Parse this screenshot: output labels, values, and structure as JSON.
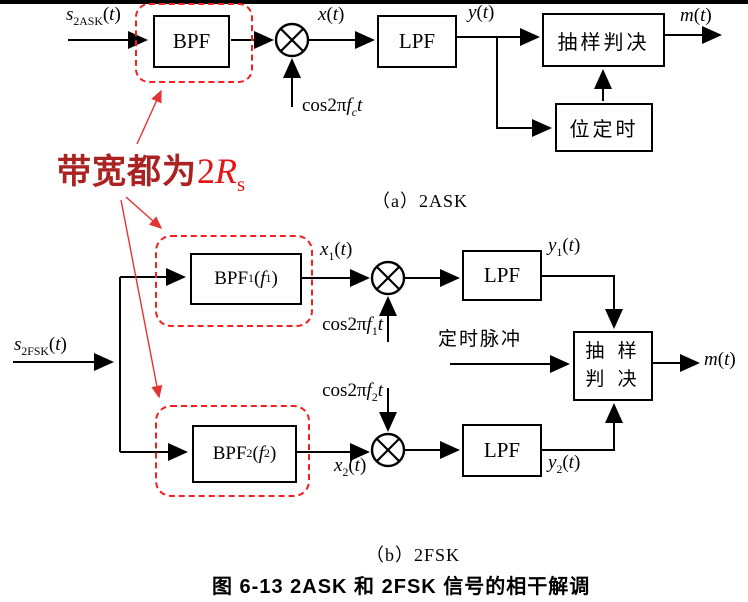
{
  "colors": {
    "line_black": "#000000",
    "dash_red": "#f42020",
    "arrow_red": "#e43333",
    "annotation_cn": "#aa2222",
    "annotation_formula": "#e41414",
    "paper": "#ffffff"
  },
  "figure": {
    "caption_a": "（a）2ASK",
    "caption_b": "（b）2FSK",
    "caption_main": "图 6-13  2ASK 和 2FSK 信号的相干解调"
  },
  "annotation": {
    "bandwidth_text": "带宽都为",
    "bandwidth_formula": [
      {
        "t": "2"
      },
      {
        "t": "R",
        "s": "i"
      },
      {
        "t": "s",
        "s": "sub"
      }
    ]
  },
  "blocks": {
    "bpf": "BPF",
    "lpf": "LPF",
    "bpf1": [
      {
        "t": "BPF"
      },
      {
        "t": "1",
        "s": "sub"
      },
      {
        "t": "("
      },
      {
        "t": "f",
        "s": "i"
      },
      {
        "t": "1",
        "s": "sub"
      },
      {
        "t": ")"
      }
    ],
    "bpf2": [
      {
        "t": "BPF"
      },
      {
        "t": "2",
        "s": "sub"
      },
      {
        "t": "("
      },
      {
        "t": "f",
        "s": "i"
      },
      {
        "t": "2",
        "s": "sub"
      },
      {
        "t": ")"
      }
    ],
    "decision_a": "抽样判决",
    "bit_timing": "位定时",
    "decision_b_line1": "抽 样",
    "decision_b_line2": "判 决"
  },
  "labels": {
    "s2ask": [
      {
        "t": "s",
        "s": "i"
      },
      {
        "t": "2ASK",
        "s": "sub"
      },
      {
        "t": "("
      },
      {
        "t": "t",
        "s": "i"
      },
      {
        "t": ")"
      }
    ],
    "s2fsk": [
      {
        "t": "s",
        "s": "i"
      },
      {
        "t": "2FSK",
        "s": "sub"
      },
      {
        "t": "("
      },
      {
        "t": "t",
        "s": "i"
      },
      {
        "t": ")"
      }
    ],
    "xt": [
      {
        "t": "x",
        "s": "i"
      },
      {
        "t": "("
      },
      {
        "t": "t",
        "s": "i"
      },
      {
        "t": ")"
      }
    ],
    "yt": [
      {
        "t": "y",
        "s": "i"
      },
      {
        "t": "("
      },
      {
        "t": "t",
        "s": "i"
      },
      {
        "t": ")"
      }
    ],
    "mt": [
      {
        "t": "m",
        "s": "i"
      },
      {
        "t": "("
      },
      {
        "t": "t",
        "s": "i"
      },
      {
        "t": ")"
      }
    ],
    "x1": [
      {
        "t": "x",
        "s": "i"
      },
      {
        "t": "1",
        "s": "sub"
      },
      {
        "t": "("
      },
      {
        "t": "t",
        "s": "i"
      },
      {
        "t": ")"
      }
    ],
    "x2": [
      {
        "t": "x",
        "s": "i"
      },
      {
        "t": "2",
        "s": "sub"
      },
      {
        "t": "("
      },
      {
        "t": "t",
        "s": "i"
      },
      {
        "t": ")"
      }
    ],
    "y1": [
      {
        "t": "y",
        "s": "i"
      },
      {
        "t": "1",
        "s": "sub"
      },
      {
        "t": "("
      },
      {
        "t": "t",
        "s": "i"
      },
      {
        "t": ")"
      }
    ],
    "y2": [
      {
        "t": "y",
        "s": "i"
      },
      {
        "t": "2",
        "s": "sub"
      },
      {
        "t": "("
      },
      {
        "t": "t",
        "s": "i"
      },
      {
        "t": ")"
      }
    ],
    "carrier_c": [
      {
        "t": "cos2π"
      },
      {
        "t": "f",
        "s": "i"
      },
      {
        "t": "c",
        "s": "isub"
      },
      {
        "t": "t",
        "s": "i"
      }
    ],
    "carrier_1": [
      {
        "t": "cos2π"
      },
      {
        "t": "f",
        "s": "i"
      },
      {
        "t": "1",
        "s": "sub"
      },
      {
        "t": "t",
        "s": "i"
      }
    ],
    "carrier_2": [
      {
        "t": "cos2π"
      },
      {
        "t": "f",
        "s": "i"
      },
      {
        "t": "2",
        "s": "sub"
      },
      {
        "t": "t",
        "s": "i"
      }
    ],
    "timing_pulse": "定时脉冲"
  }
}
